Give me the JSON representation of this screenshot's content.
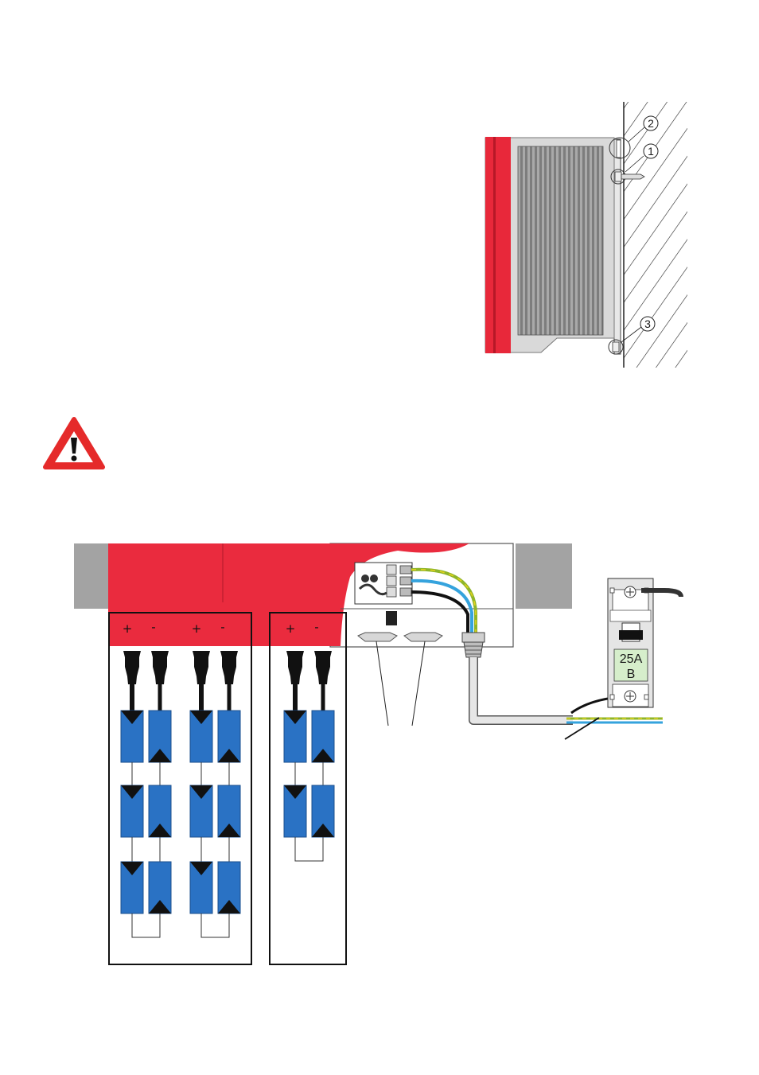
{
  "mount_callouts": [
    "2",
    "1",
    "3"
  ],
  "string_groups": [
    {
      "strings": [
        {
          "plus": "+",
          "minus": "-"
        },
        {
          "plus": "+",
          "minus": "-"
        }
      ]
    },
    {
      "strings": [
        {
          "plus": "+",
          "minus": "-"
        }
      ]
    }
  ],
  "breaker": {
    "rating": "25A",
    "type": "B"
  },
  "colors": {
    "inverter_red": "#ea2b3e",
    "panel_blue": "#2a72c4",
    "wire_green_yellow": "#8fb52a",
    "wire_blue": "#35a3dd",
    "breaker_label_bg": "#d6eecb",
    "warning_red": "#e52a2a"
  },
  "icons": [
    "warning-triangle-icon",
    "screw-terminal-icon",
    "cable-gland-icon"
  ]
}
